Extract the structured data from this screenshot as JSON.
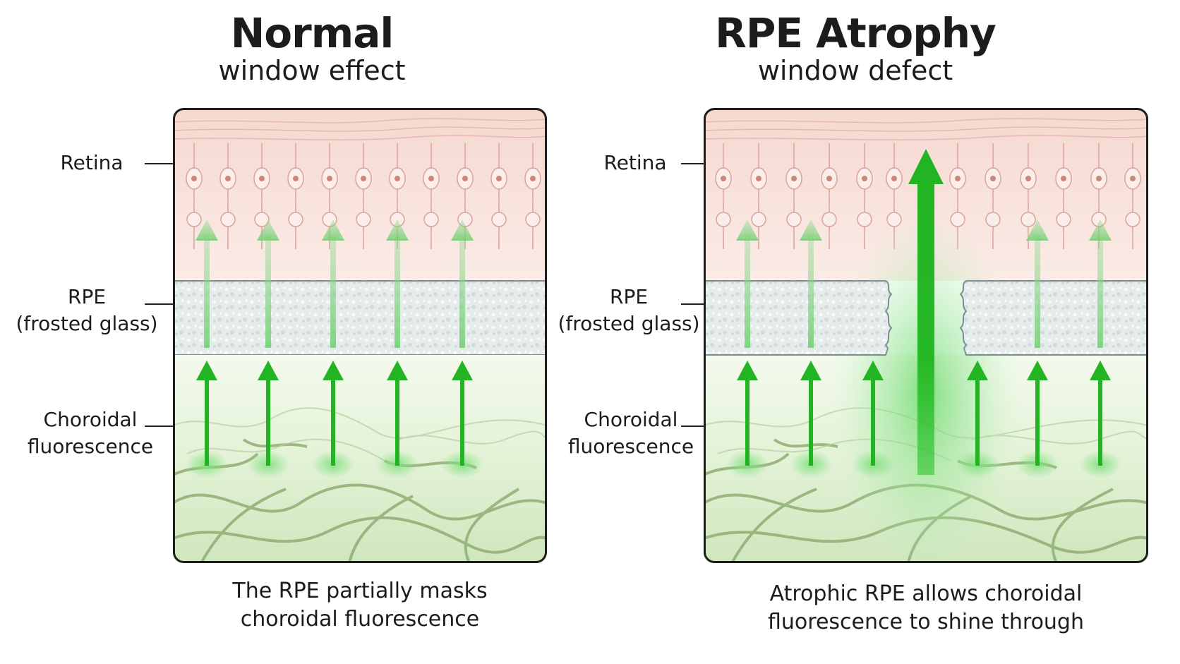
{
  "left_panel": {
    "title": "Normal",
    "subtitle": "window effect",
    "labels": {
      "retina": "Retina",
      "rpe_line1": "RPE",
      "rpe_line2": "(frosted glass)",
      "choroid_line1": "Choroidal",
      "choroid_line2": "fluorescence"
    },
    "caption_line1": "The RPE partially masks",
    "caption_line2": "choroidal fluorescence"
  },
  "right_panel": {
    "title": "RPE Atrophy",
    "subtitle": "window defect",
    "labels": {
      "retina": "Retina",
      "rpe_line1": "RPE",
      "rpe_line2": "(frosted glass)",
      "choroid_line1": "Choroidal",
      "choroid_line2": "fluorescence"
    },
    "caption_line1": "Atrophic RPE allows choroidal",
    "caption_line2": "fluorescence to shine through"
  },
  "colors": {
    "retina": "#f6dcd6",
    "rpe": "#e3e9ea",
    "choroid": "#e9f5df",
    "fluorescence": "#22b422",
    "vessels": "#8fae73"
  },
  "icons": [
    "retina-cell-layer",
    "upward-arrow",
    "choroidal-vessel-network",
    "frosted-glass-layer"
  ]
}
